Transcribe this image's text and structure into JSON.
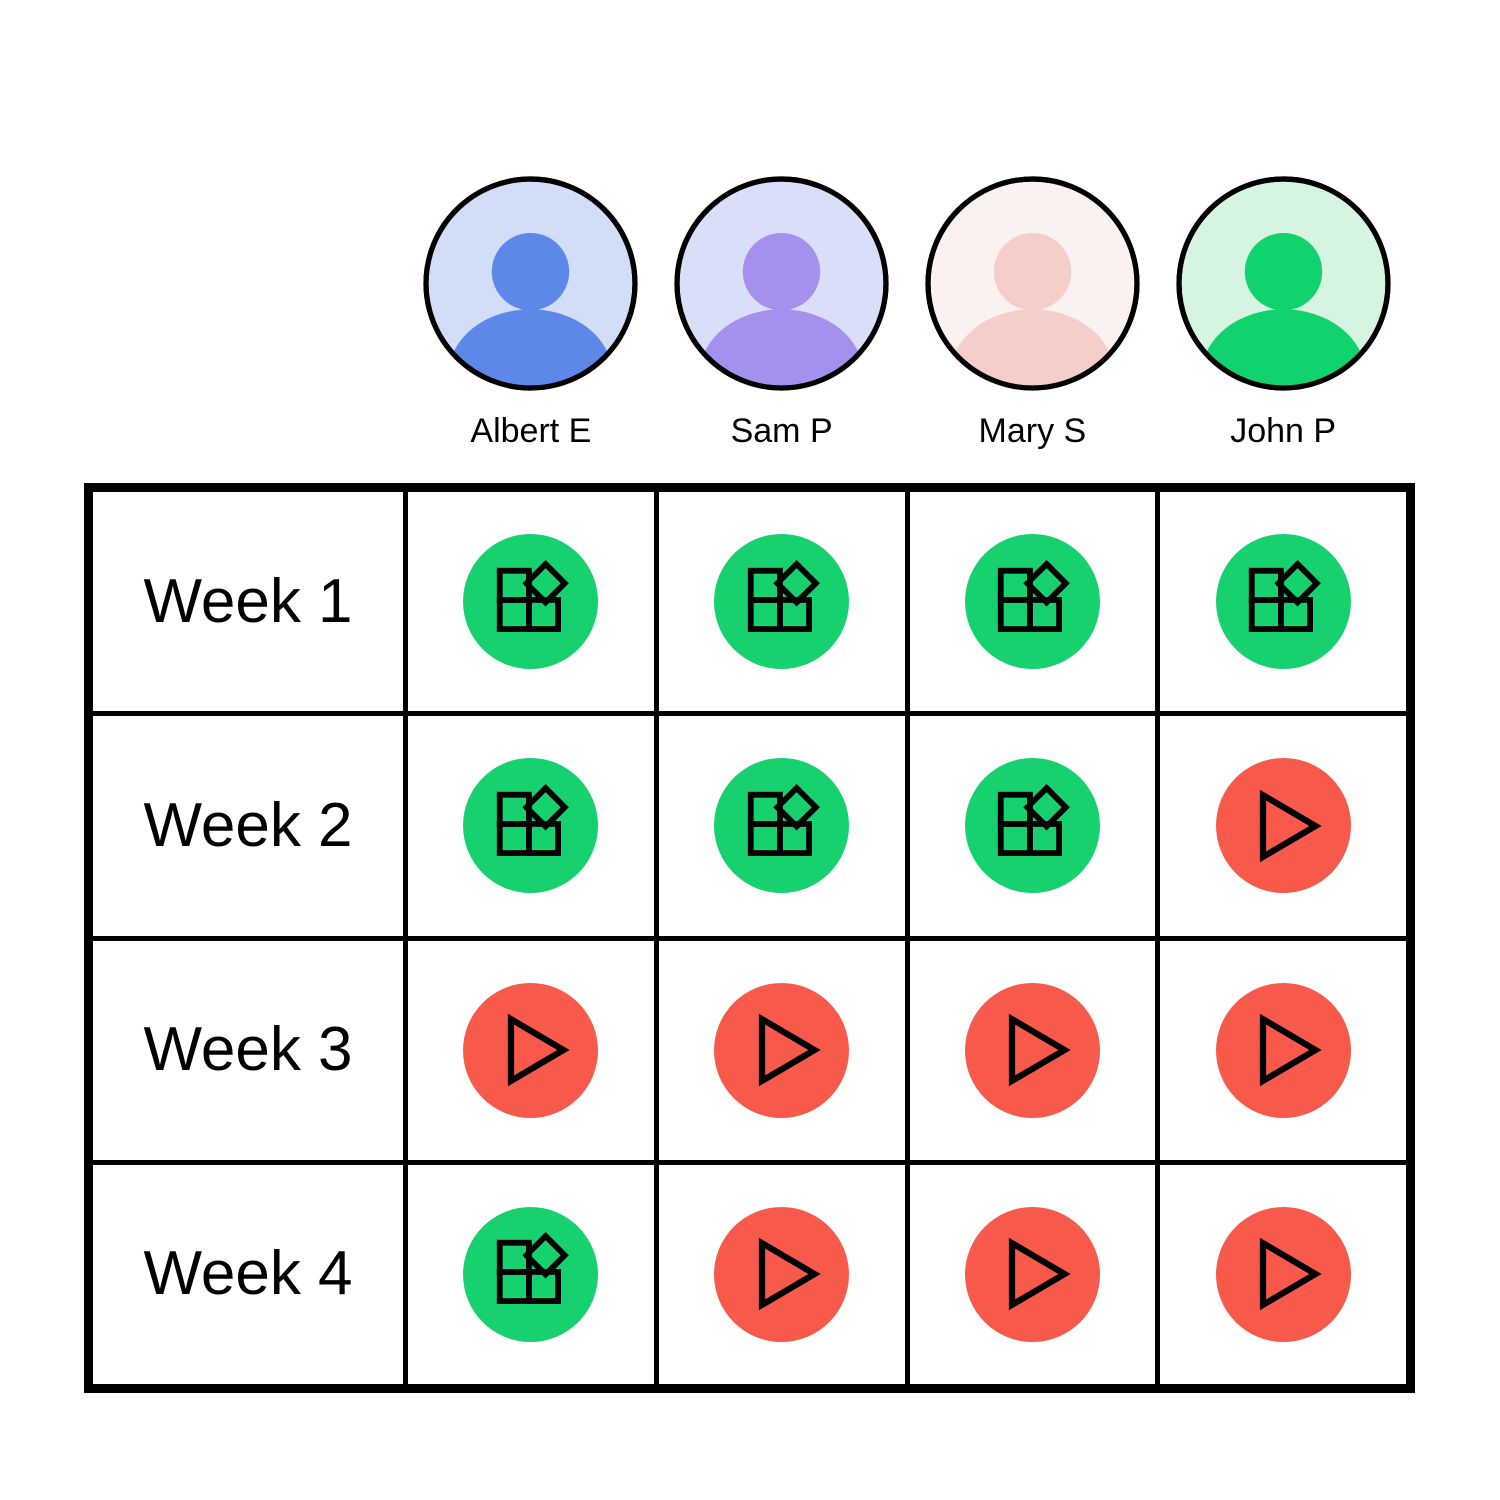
{
  "canvas": {
    "background": "#ffffff",
    "grid_line_color": "#000000"
  },
  "people": [
    {
      "name": "Albert E",
      "avatar_bg": "#d2ddf7",
      "avatar_fg": "#5d88e9"
    },
    {
      "name": "Sam P",
      "avatar_bg": "#d9def9",
      "avatar_fg": "#a590ee"
    },
    {
      "name": "Mary S",
      "avatar_bg": "#faf1f0",
      "avatar_fg": "#f5cdc9"
    },
    {
      "name": "John P",
      "avatar_bg": "#d5f5e1",
      "avatar_fg": "#10d36e"
    }
  ],
  "weeks": [
    "Week 1",
    "Week 2",
    "Week 3",
    "Week 4"
  ],
  "statuses": {
    "green-blocks": {
      "icon": "blocks-icon",
      "color": "#17d16f"
    },
    "red-play": {
      "icon": "play-icon",
      "color": "#f75a4a"
    }
  },
  "grid": [
    [
      "green-blocks",
      "green-blocks",
      "green-blocks",
      "green-blocks"
    ],
    [
      "green-blocks",
      "green-blocks",
      "green-blocks",
      "red-play"
    ],
    [
      "red-play",
      "red-play",
      "red-play",
      "red-play"
    ],
    [
      "green-blocks",
      "red-play",
      "red-play",
      "red-play"
    ]
  ]
}
